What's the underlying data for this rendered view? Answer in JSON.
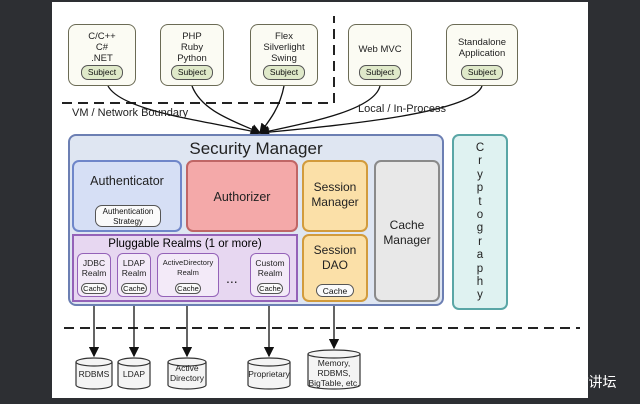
{
  "clients": [
    {
      "lines": "C/C++\nC#\n.NET",
      "subject": "Subject"
    },
    {
      "lines": "PHP\nRuby\nPython",
      "subject": "Subject"
    },
    {
      "lines": "Flex\nSilverlight\nSwing",
      "subject": "Subject"
    },
    {
      "lines": "Web MVC",
      "subject": "Subject"
    },
    {
      "lines": "Standalone\nApplication",
      "subject": "Subject"
    }
  ],
  "boundaries": {
    "vm_network": "VM / Network Boundary",
    "local": "Local / In-Process"
  },
  "security_manager": {
    "title": "Security Manager",
    "authenticator": "Authenticator",
    "authentication_strategy": "Authentication\nStrategy",
    "authorizer": "Authorizer",
    "session_manager": "Session\nManager",
    "session_dao": "Session\nDAO",
    "session_dao_cache": "Cache",
    "cache_manager": "Cache\nManager",
    "realms_title": "Pluggable Realms (1 or more)",
    "realms": [
      {
        "name": "JDBC\nRealm",
        "cache": "Cache"
      },
      {
        "name": "LDAP\nRealm",
        "cache": "Cache"
      },
      {
        "name": "ActiveDirectory\nRealm",
        "cache": "Cache"
      },
      {
        "name": "Custom\nRealm",
        "cache": "Cache"
      }
    ],
    "ellipsis": "..."
  },
  "cryptography": "Cryptography",
  "datastores": [
    {
      "label": "RDBMS"
    },
    {
      "label": "LDAP"
    },
    {
      "label": "Active\nDirectory"
    },
    {
      "label": "Proprietary"
    },
    {
      "label": "Memory,\nRDBMS,\nBigTable, etc."
    }
  ],
  "watermark": "头条 @IT讲坛"
}
